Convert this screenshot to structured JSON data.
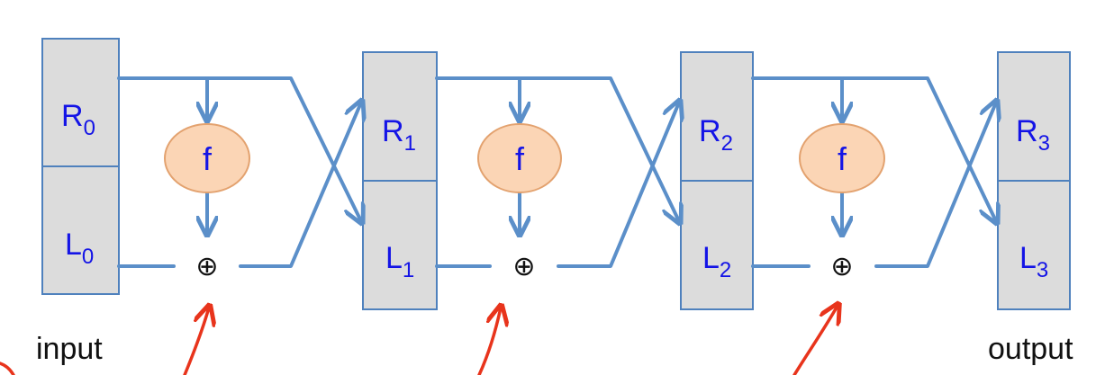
{
  "labels": {
    "input": "input",
    "output": "output"
  },
  "stages": [
    {
      "r": "R",
      "r_sub": "0",
      "l": "L",
      "l_sub": "0"
    },
    {
      "r": "R",
      "r_sub": "1",
      "l": "L",
      "l_sub": "1"
    },
    {
      "r": "R",
      "r_sub": "2",
      "l": "L",
      "l_sub": "2"
    },
    {
      "r": "R",
      "r_sub": "3",
      "l": "L",
      "l_sub": "3"
    }
  ],
  "rounds": [
    {
      "func": "f",
      "xor": "⊕"
    },
    {
      "func": "f",
      "xor": "⊕"
    },
    {
      "func": "f",
      "xor": "⊕"
    }
  ],
  "colors": {
    "box_fill": "#dcdcdc",
    "box_stroke": "#4f81bd",
    "line": "#5b8fc9",
    "f_fill": "#fbd5b5",
    "f_stroke": "#e3a26f",
    "text_blue": "#1414e6",
    "annotation_red": "#e8341c"
  }
}
